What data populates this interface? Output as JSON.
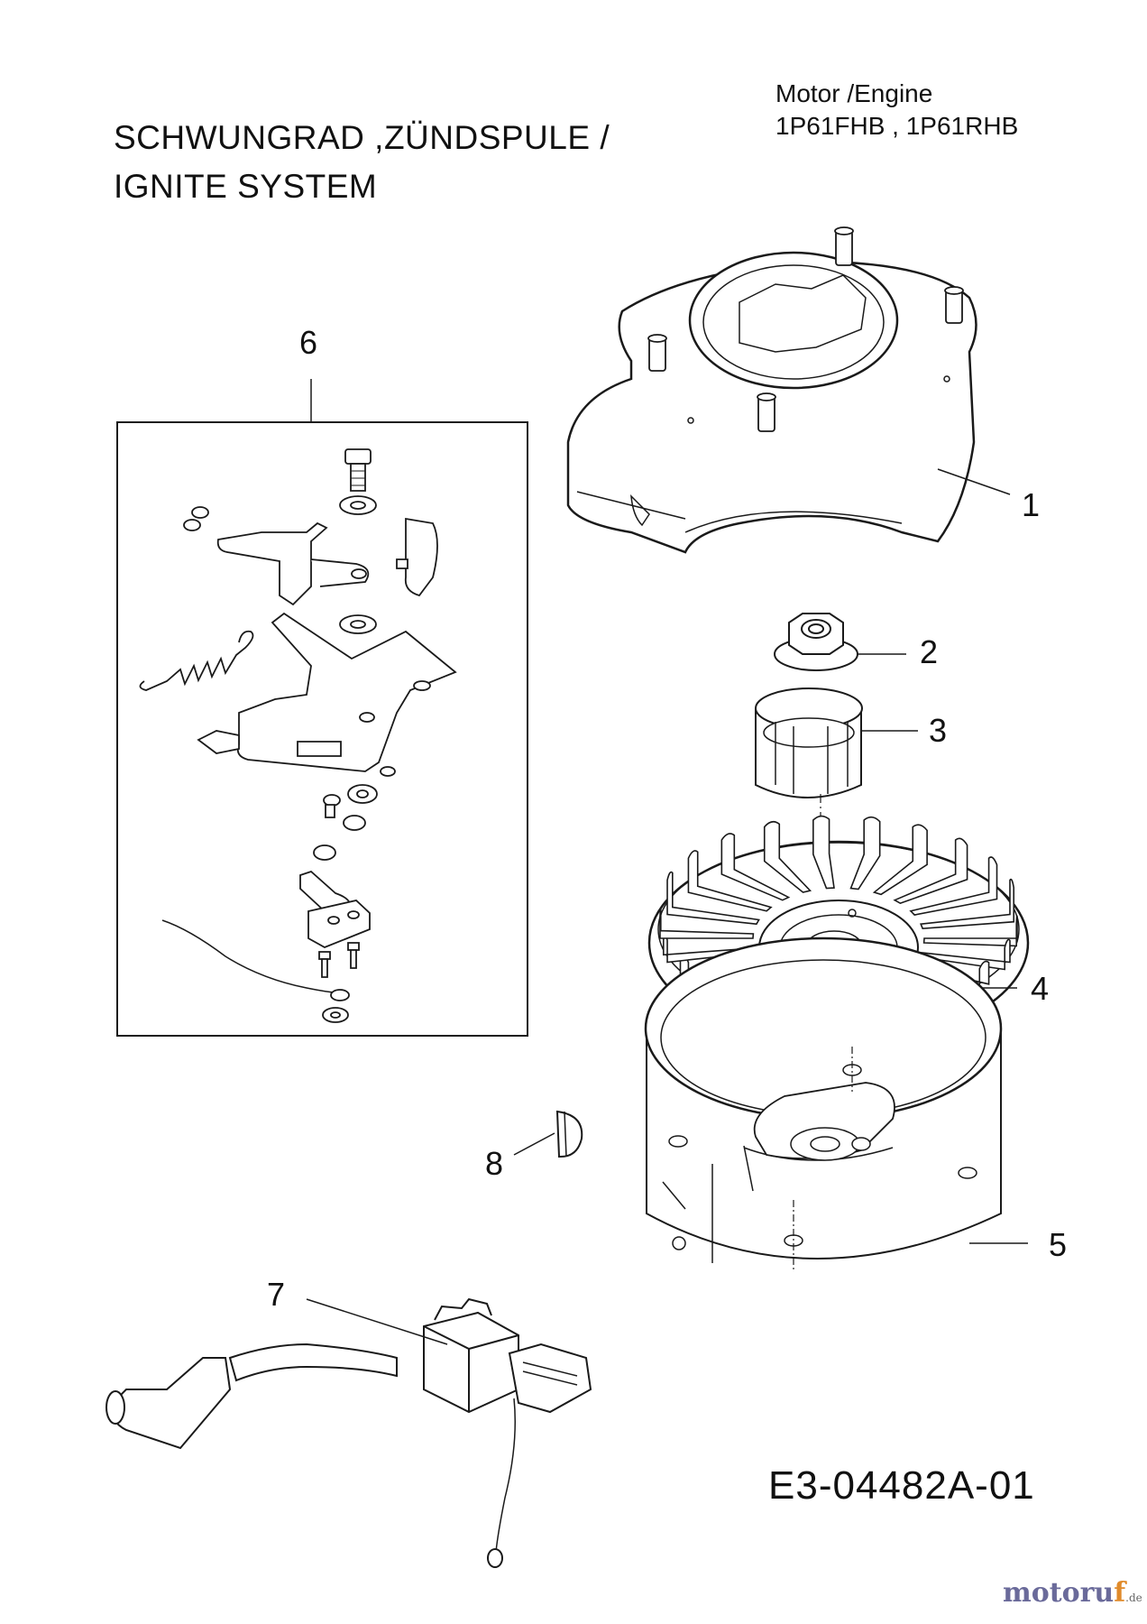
{
  "title": {
    "line1": "SCHWUNGRAD ,ZÜNDSPULE /",
    "line2": "IGNITE SYSTEM"
  },
  "engine": {
    "line1": "Motor /Engine",
    "line2": "1P61FHB , 1P61RHB"
  },
  "callouts": [
    "1",
    "2",
    "3",
    "4",
    "5",
    "6",
    "7",
    "8"
  ],
  "drawing_code": "E3-04482A-01",
  "brand": {
    "name_main": "motoru",
    "name_accent": "f",
    "tld": ".de"
  },
  "colors": {
    "line": "#1a1a1a",
    "part_fill": "#ffffff",
    "brand": "#6a6a9a",
    "brand_accent": "#e08a2a"
  }
}
